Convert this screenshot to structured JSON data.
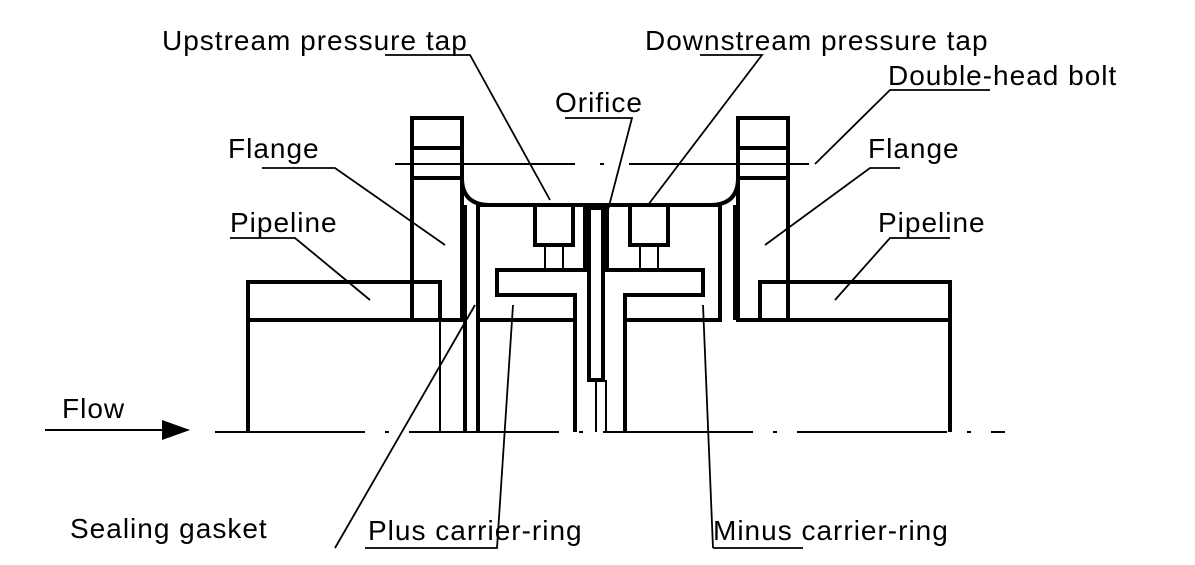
{
  "labels": {
    "upstream_tap": "Upstream pressure tap",
    "downstream_tap": "Downstream pressure tap",
    "double_head_bolt": "Double-head bolt",
    "orifice": "Orifice",
    "flange_left": "Flange",
    "flange_right": "Flange",
    "pipeline_left": "Pipeline",
    "pipeline_right": "Pipeline",
    "flow": "Flow",
    "sealing_gasket": "Sealing gasket",
    "plus_carrier_ring": "Plus carrier-ring",
    "minus_carrier_ring": "Minus carrier-ring"
  },
  "colors": {
    "line": "#000000",
    "background": "#ffffff"
  }
}
